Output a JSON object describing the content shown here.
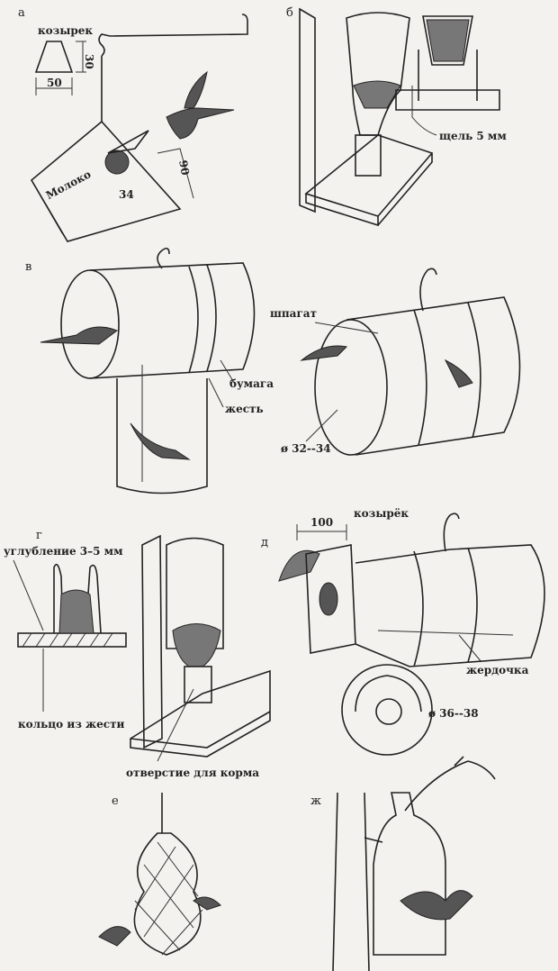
{
  "title": "Кормушки для птиц",
  "panels": {
    "a": {
      "letter": "а",
      "visor_label": "козырек",
      "visor_height": "30",
      "visor_width": "50",
      "carton_text": "Молоко",
      "height_dim": "90",
      "hole_dim": "34"
    },
    "b": {
      "letter": "б",
      "gap_label": "щель 5 мм"
    },
    "v": {
      "letter": "в",
      "twine_label": "шпагат",
      "paper_label": "бумага",
      "tin_label": "жесть",
      "diameter_label": "ø 32--34"
    },
    "g": {
      "letter": "г",
      "recess_label": "углубление 3–5 мм",
      "ring_label": "кольцо из жести",
      "hole_label": "отверстие для корма"
    },
    "d": {
      "letter": "д",
      "length_dim": "100",
      "visor_label": "козырёк",
      "perch_label": "жердочка",
      "diameter_label": "ø 36--38"
    },
    "e": {
      "letter": "е"
    },
    "zh": {
      "letter": "ж"
    }
  }
}
